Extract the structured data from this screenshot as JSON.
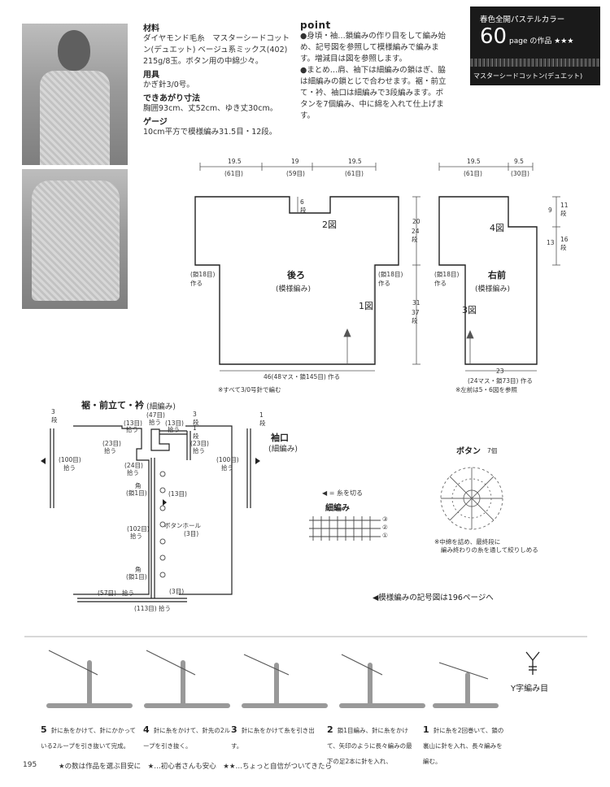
{
  "intro": {
    "materials_title": "材料",
    "materials_text": "ダイヤモンド毛糸　マスターシードコットン(デュエット) ベージュ系ミックス(402) 215g/8玉。ボタン用の中綿少々。",
    "tools_title": "用具",
    "tools_text": "かぎ針3/0号。",
    "size_title": "できあがり寸法",
    "size_text": "胸囲93cm、丈52cm、ゆき丈30cm。",
    "gauge_title": "ゲージ",
    "gauge_text": "10cm平方で模様編み31.5目・12段。"
  },
  "point": {
    "title": "point",
    "text1": "●身頃・袖…鎖編みの作り目をして編み始め、記号図を参照して模様編みで編みます。増減目は図を参照します。",
    "text2": "●まとめ…肩、袖下は細編みの鎖はぎ、脇は細編みの鎖とじで合わせます。裾・前立て・衿、袖口は細編みで3段編みます。ボタンを7個編み、中に綿を入れて仕上げます。"
  },
  "banner": {
    "subtitle": "春色全開パステルカラー",
    "page_number": "60",
    "page_label": "page の作品 ★★★",
    "yarn_caption": "マスターシードコットン(デュエット)"
  },
  "back": {
    "top_dims": [
      "19.5",
      "19",
      "19.5"
    ],
    "top_stitches": [
      "(61目)",
      "(59目)",
      "(61目)"
    ],
    "neck_drop": "6段",
    "name": "後ろ",
    "pattern": "(模様編み)",
    "fig2": "2図",
    "fig1": "1図",
    "side_left": "(鎖18目)作る",
    "side_right": "(鎖18目)作る",
    "height_upper": "20",
    "height_upper_rows": "24段",
    "height_lower": "31",
    "height_lower_rows": "37段",
    "bottom": "46(48マス・鎖145目) 作る",
    "note": "※すべて3/0号針で編む"
  },
  "front": {
    "top_dims": [
      "19.5",
      "9.5"
    ],
    "top_stitches": [
      "(61目)",
      "(30目)"
    ],
    "name": "右前",
    "pattern": "(模様編み)",
    "fig4": "4図",
    "fig3": "3図",
    "side_left": "(鎖18目)作る",
    "right_dims": [
      "9",
      "11段",
      "13",
      "16段"
    ],
    "bottom": "23",
    "bottom_stitches": "(24マス・鎖73目) 作る",
    "note": "※左前は5・6図を参照"
  },
  "hem": {
    "title": "裾・前立て・衿",
    "title_sub": "(細編み)",
    "labels": [
      "(47目)",
      "拾う",
      "(13目)",
      "拾う",
      "(13目)",
      "拾う",
      "3段",
      "1段",
      "(23目)",
      "拾う",
      "(23目)",
      "拾う",
      "(24目)",
      "拾う",
      "角",
      "(鎖1目)",
      "(13目)",
      "ボタンホール",
      "(3目)",
      "(102目)",
      "拾う",
      "角",
      "(鎖1目)",
      "(57目)",
      "拾う",
      "(3目)",
      "(113目)",
      "拾う"
    ]
  },
  "cuff": {
    "title": "袖口",
    "title_sub": "(細編み)",
    "left_count": "(100目)",
    "left_pick": "拾う",
    "right_count": "(100目)",
    "right_pick": "拾う",
    "row_marks": [
      "3段",
      "1段"
    ]
  },
  "button": {
    "title": "ボタン",
    "count": "7個",
    "note1": "※中綿を詰め、最終段に",
    "note2": "編み終わりの糸を通して絞りしめる"
  },
  "legend": {
    "cut_yarn": "◀ = 糸を切る",
    "sc_title": "細編み",
    "rows": [
      "③",
      "②",
      "①"
    ]
  },
  "pattern_ref": "◀模様編みの記号図は196ページへ",
  "steps": [
    {
      "num": "5",
      "text": "針に糸をかけて、針にかかっている2ループを引き抜いて完成。"
    },
    {
      "num": "4",
      "text": "針に糸をかけて、針先の2ループを引き抜く。"
    },
    {
      "num": "3",
      "text": "針に糸をかけて糸を引き出す。"
    },
    {
      "num": "2",
      "text": "鎖1目編み、針に糸をかけて、矢印のように長々編みの最下の足2本に針を入れ、"
    },
    {
      "num": "1",
      "text": "針に糸を2回巻いて、鎖の裏山に針を入れ、長々編みを編む。"
    }
  ],
  "stitch_name": "Y字編み目",
  "footer": {
    "page": "195",
    "legend": "★の数は作品を選ぶ目安に　★…初心者さんも安心　★★…ちょっと自信がついてきたら"
  }
}
